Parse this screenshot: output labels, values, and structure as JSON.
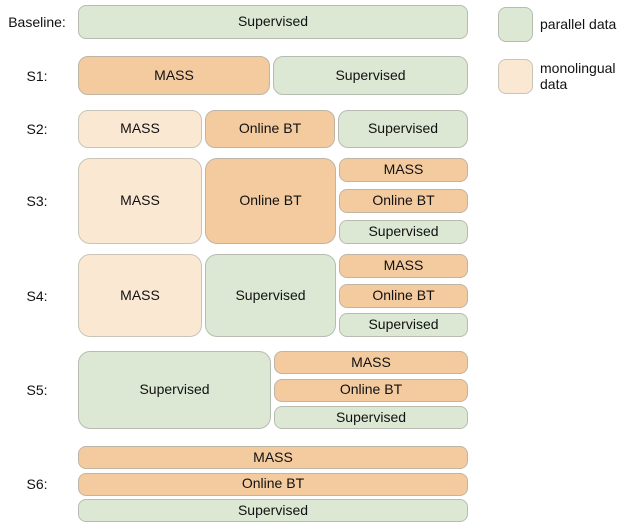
{
  "colors": {
    "parallel_data": "#dce8d3",
    "monolingual_data_light": "#fae8d3",
    "monolingual_data_dark": "#f3cb9e",
    "box_border": "#b7bcb0",
    "text": "#111111",
    "background": "#ffffff"
  },
  "legend": {
    "items": [
      {
        "label": "parallel data",
        "swatch_color": "#dce8d3"
      },
      {
        "label": "monolingual data",
        "swatch_color": "#fae8d3"
      }
    ]
  },
  "rows": [
    {
      "label": "Baseline:",
      "blocks": [
        {
          "label": "Supervised",
          "data_type": "parallel"
        }
      ]
    },
    {
      "label": "S1:",
      "blocks": [
        {
          "label": "MASS",
          "data_type": "monolingual",
          "shade": "dark"
        },
        {
          "label": "Supervised",
          "data_type": "parallel"
        }
      ]
    },
    {
      "label": "S2:",
      "blocks": [
        {
          "label": "MASS",
          "data_type": "monolingual",
          "shade": "light"
        },
        {
          "label": "Online BT",
          "data_type": "monolingual",
          "shade": "dark"
        },
        {
          "label": "Supervised",
          "data_type": "parallel"
        }
      ]
    },
    {
      "label": "S3:",
      "blocks": [
        {
          "label": "MASS",
          "data_type": "monolingual",
          "shade": "light"
        },
        {
          "label": "Online BT",
          "data_type": "monolingual",
          "shade": "dark"
        }
      ],
      "stack": [
        {
          "label": "MASS",
          "data_type": "monolingual",
          "shade": "dark"
        },
        {
          "label": "Online BT",
          "data_type": "monolingual",
          "shade": "dark"
        },
        {
          "label": "Supervised",
          "data_type": "parallel"
        }
      ]
    },
    {
      "label": "S4:",
      "blocks": [
        {
          "label": "MASS",
          "data_type": "monolingual",
          "shade": "light"
        },
        {
          "label": "Supervised",
          "data_type": "parallel"
        }
      ],
      "stack": [
        {
          "label": "MASS",
          "data_type": "monolingual",
          "shade": "dark"
        },
        {
          "label": "Online BT",
          "data_type": "monolingual",
          "shade": "dark"
        },
        {
          "label": "Supervised",
          "data_type": "parallel"
        }
      ]
    },
    {
      "label": "S5:",
      "blocks": [
        {
          "label": "Supervised",
          "data_type": "parallel"
        }
      ],
      "stack": [
        {
          "label": "MASS",
          "data_type": "monolingual",
          "shade": "dark"
        },
        {
          "label": "Online BT",
          "data_type": "monolingual",
          "shade": "dark"
        },
        {
          "label": "Supervised",
          "data_type": "parallel"
        }
      ]
    },
    {
      "label": "S6:",
      "stack": [
        {
          "label": "MASS",
          "data_type": "monolingual",
          "shade": "dark"
        },
        {
          "label": "Online BT",
          "data_type": "monolingual",
          "shade": "dark"
        },
        {
          "label": "Supervised",
          "data_type": "parallel"
        }
      ]
    }
  ]
}
